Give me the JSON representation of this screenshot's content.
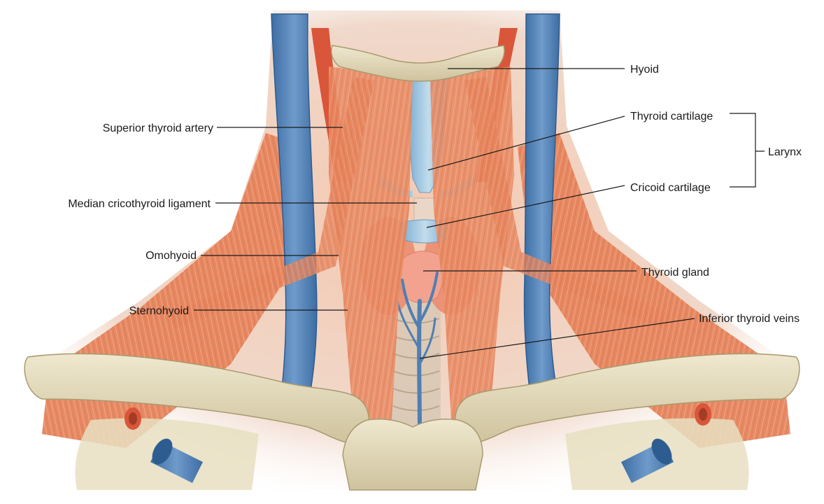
{
  "labels": {
    "hyoid": "Hyoid",
    "superior_thyroid_artery": "Superior thyroid artery",
    "thyroid_cartilage": "Thyroid cartilage",
    "larynx": "Larynx",
    "median_cricothyroid_ligament": "Median cricothyroid ligament",
    "cricoid_cartilage": "Cricoid cartilage",
    "omohyoid": "Omohyoid",
    "thyroid_gland": "Thyroid gland",
    "sternohyoid": "Sternohyoid",
    "inferior_thyroid_veins": "Inferior thyroid veins"
  },
  "colors": {
    "muscle": "#e98a62",
    "muscle_dark": "#c9603d",
    "muscle_fiber": "#f3b08f",
    "vein": "#4f7fb3",
    "vein_light": "#7ea7d2",
    "artery": "#d9563a",
    "bone": "#e8dfc1",
    "bone_shadow": "#c7bb94",
    "cartilage": "#9cc3de",
    "gland": "#f2a28f",
    "leader": "#1a1a1a"
  }
}
